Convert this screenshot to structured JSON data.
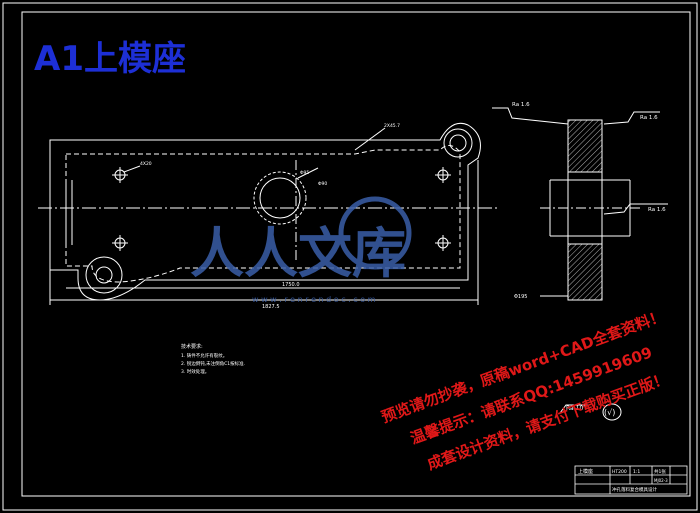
{
  "title": "A1上模座",
  "roughness": {
    "top_left": "Ra 1.6",
    "top_right": "Ra 1.6",
    "side_right": "Ra 1.6",
    "bottom_note": "Ra 10",
    "symbol": "(√)"
  },
  "dimensions": {
    "overall_inner": "1750.0",
    "overall_outer": "1827.5",
    "callout_top": "2X45.7",
    "hole_left": "4X20",
    "bore_a": "Φ95",
    "bore_b": "Φ90",
    "side_bottom": "Φ195"
  },
  "tech_notes": {
    "heading": "技术要求:",
    "items": [
      "1. 铸件不允许有裂纹。",
      "2. 锐边倒钝,未注倒角C1按标准.",
      "3. 时效处理。"
    ]
  },
  "watermark": {
    "brand_cn": "人人文库",
    "url": "w w w . r e n r e n d o c . c o m"
  },
  "promo_lines": [
    "预览请勿抄袭，原稿word+CAD全套资料！",
    "温馨提示：请联系QQ:1459919609",
    "成套设计资料，请支付下载购买正版！"
  ],
  "title_block": {
    "part_name": "上模座",
    "scale": "1:1",
    "sheet": "共1张",
    "material": "HT200",
    "drawing_title": "冲孔落料复合模具设计",
    "drawing_no": "MJ02-3"
  },
  "colors": {
    "background": "#000000",
    "line": "#ffffff",
    "title_blue": "#1d2fd6",
    "promo_red": "#e01818",
    "watermark_blue": "#3a5fa8"
  }
}
